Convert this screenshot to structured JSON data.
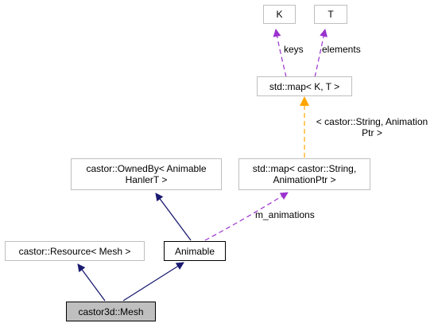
{
  "nodes": {
    "k": "K",
    "t": "T",
    "std_map_kt": "std::map< K, T >",
    "owned_by": "castor::OwnedBy< Animable\nHanlerT >",
    "std_map_animations": "std::map< castor::String,\nAnimationPtr >",
    "resource": "castor::Resource< Mesh >",
    "animable": "Animable",
    "mesh": "castor3d::Mesh"
  },
  "edge_labels": {
    "keys": "keys",
    "elements": "elements",
    "template_args": "< castor::String, Animation\nPtr >",
    "m_animations": "m_animations"
  },
  "colors": {
    "inheritance": "#191970",
    "usage": "#9a32cd",
    "template": "#ffa500",
    "node_border": "#bfbfbf",
    "current_node_fill": "#bfbfbf"
  }
}
